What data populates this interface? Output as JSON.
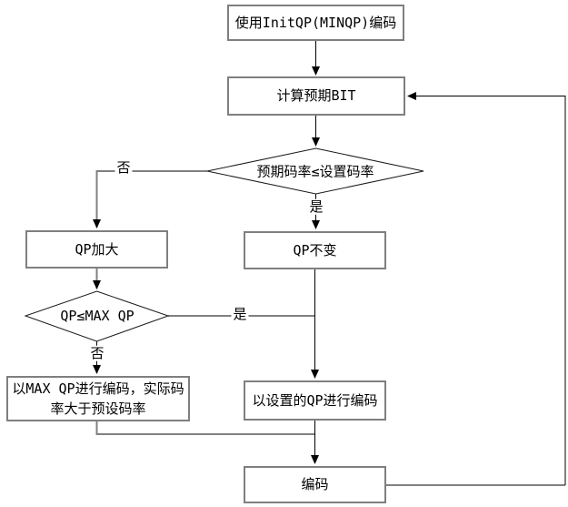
{
  "diagram": {
    "type": "flowchart",
    "nodes": {
      "init": {
        "label": "使用InitQP(MINQP)编码",
        "shape": "rect"
      },
      "calc": {
        "label": "计算预期BIT",
        "shape": "rect"
      },
      "rate_check": {
        "label": "预期码率≤设置码率",
        "shape": "diamond"
      },
      "qp_increase": {
        "label": "QP加大",
        "shape": "rect"
      },
      "qp_keep": {
        "label": "QP不变",
        "shape": "rect"
      },
      "maxqp_check": {
        "label": "QP≤MAX QP",
        "shape": "diamond"
      },
      "maxqp_encode": {
        "label": "以MAX QP进行编码，实际码率大于预设码率",
        "shape": "rect"
      },
      "setqp_encode": {
        "label": "以设置的QP进行编码",
        "shape": "rect"
      },
      "encode": {
        "label": "编码",
        "shape": "rect"
      }
    },
    "edge_labels": {
      "rate_no": "否",
      "rate_yes": "是",
      "maxqp_no": "否",
      "maxqp_yes": "是"
    },
    "edges": [
      {
        "from": "init",
        "to": "calc",
        "label": ""
      },
      {
        "from": "calc",
        "to": "rate_check",
        "label": ""
      },
      {
        "from": "rate_check",
        "to": "qp_increase",
        "label": "否"
      },
      {
        "from": "rate_check",
        "to": "qp_keep",
        "label": "是"
      },
      {
        "from": "qp_increase",
        "to": "maxqp_check",
        "label": ""
      },
      {
        "from": "maxqp_check",
        "to": "maxqp_encode",
        "label": "否"
      },
      {
        "from": "maxqp_check",
        "to": "setqp_encode",
        "label": "是"
      },
      {
        "from": "qp_keep",
        "to": "setqp_encode",
        "label": ""
      },
      {
        "from": "maxqp_encode",
        "to": "encode",
        "label": ""
      },
      {
        "from": "setqp_encode",
        "to": "encode",
        "label": ""
      },
      {
        "from": "encode",
        "to": "calc",
        "label": ""
      }
    ],
    "colors": {
      "background": "#ffffff",
      "text": "#000000",
      "box_border": "#7f7f7f",
      "connector_gray": "#808080",
      "connector_black": "#000000",
      "diamond_border": "#1a1a1a"
    }
  }
}
